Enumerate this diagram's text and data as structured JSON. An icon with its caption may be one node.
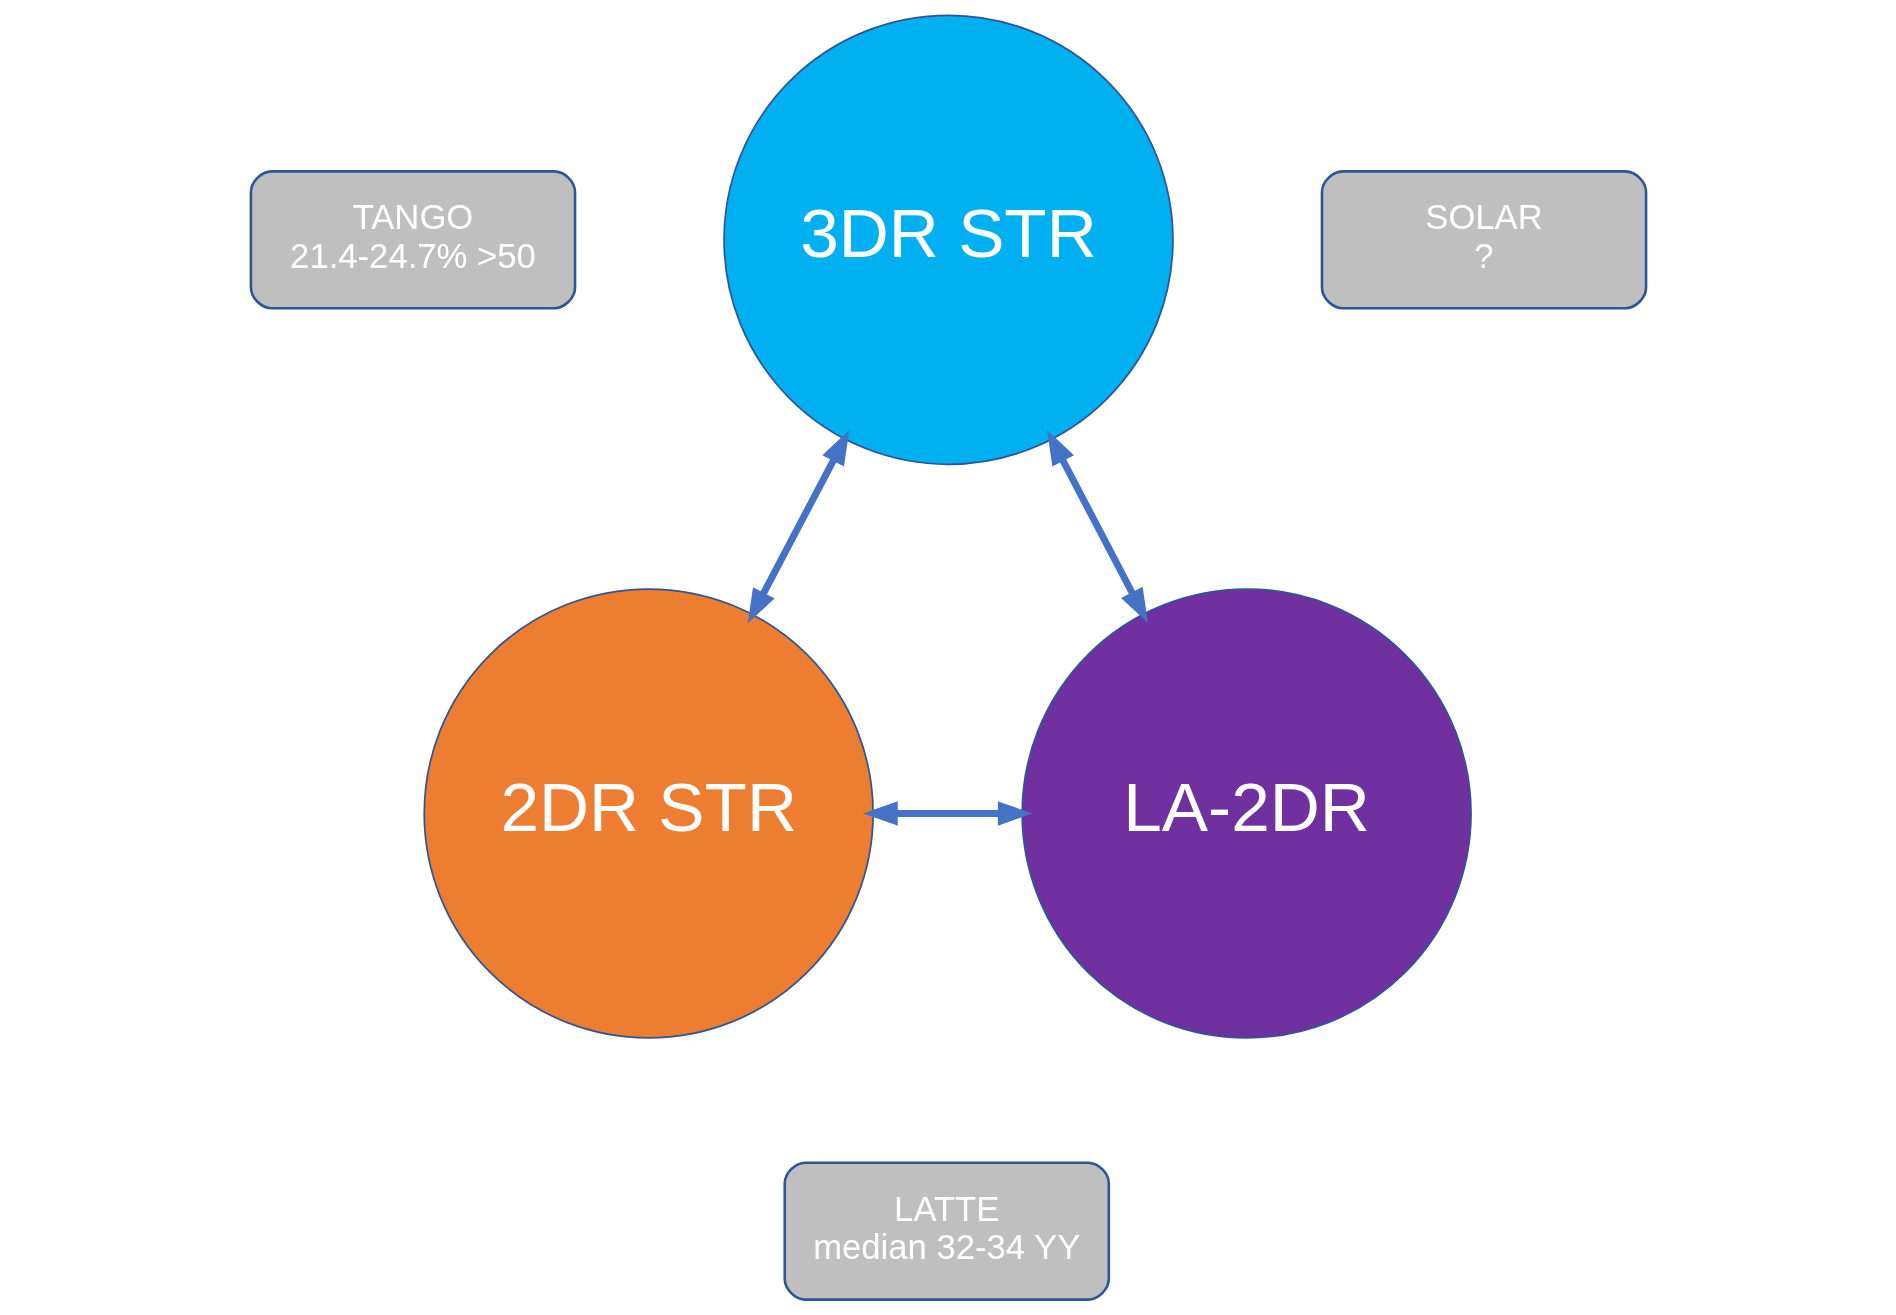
{
  "diagram": {
    "nodes": [
      {
        "text": [
          "3DR STR"
        ]
      },
      {
        "text": [
          "TANGO",
          "21.4-24.7% >50"
        ]
      },
      {
        "text": [
          "SOLAR",
          "?"
        ]
      },
      {
        "text": [
          "2DR STR"
        ]
      },
      {
        "text": [
          "LA-2DR"
        ]
      },
      {
        "text": [
          "LATTE",
          "median 32-34 YY"
        ]
      }
    ],
    "edges": [
      {
        "from": 0,
        "to": 3,
        "arrow": "both"
      },
      {
        "from": 0,
        "to": 4,
        "arrow": "both"
      },
      {
        "from": 3,
        "to": 4,
        "arrow": "both"
      }
    ]
  }
}
